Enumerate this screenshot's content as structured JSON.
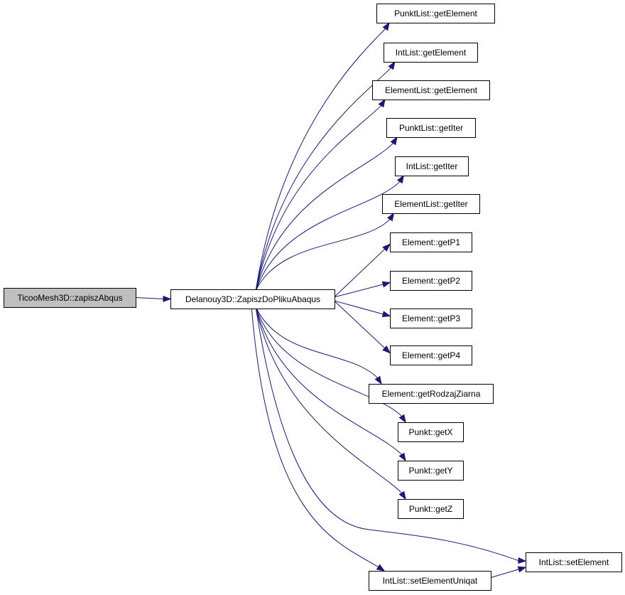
{
  "graph": {
    "colors": {
      "edge": "#191970",
      "root_fill": "#bfbfbf",
      "node_fill": "#ffffff",
      "border": "#000000"
    },
    "nodes": [
      {
        "id": "root",
        "label": "TicooMesh3D::zapiszAbqus",
        "root": true
      },
      {
        "id": "main",
        "label": "Delanouy3D::ZapiszDoPlikuAbaqus"
      },
      {
        "id": "n1",
        "label": "PunktList::getElement"
      },
      {
        "id": "n2",
        "label": "IntList::getElement"
      },
      {
        "id": "n3",
        "label": "ElementList::getElement"
      },
      {
        "id": "n4",
        "label": "PunktList::getIter"
      },
      {
        "id": "n5",
        "label": "IntList::getIter"
      },
      {
        "id": "n6",
        "label": "ElementList::getIter"
      },
      {
        "id": "n7",
        "label": "Element::getP1"
      },
      {
        "id": "n8",
        "label": "Element::getP2"
      },
      {
        "id": "n9",
        "label": "Element::getP3"
      },
      {
        "id": "n10",
        "label": "Element::getP4"
      },
      {
        "id": "n11",
        "label": "Element::getRodzajZiarna"
      },
      {
        "id": "n12",
        "label": "Punkt::getX"
      },
      {
        "id": "n13",
        "label": "Punkt::getY"
      },
      {
        "id": "n14",
        "label": "Punkt::getZ"
      },
      {
        "id": "n15",
        "label": "IntList::setElement"
      },
      {
        "id": "n16",
        "label": "IntList::setElementUniqat"
      }
    ],
    "edges": [
      [
        "root",
        "main"
      ],
      [
        "main",
        "n1"
      ],
      [
        "main",
        "n2"
      ],
      [
        "main",
        "n3"
      ],
      [
        "main",
        "n4"
      ],
      [
        "main",
        "n5"
      ],
      [
        "main",
        "n6"
      ],
      [
        "main",
        "n7"
      ],
      [
        "main",
        "n8"
      ],
      [
        "main",
        "n9"
      ],
      [
        "main",
        "n10"
      ],
      [
        "main",
        "n11"
      ],
      [
        "main",
        "n12"
      ],
      [
        "main",
        "n13"
      ],
      [
        "main",
        "n14"
      ],
      [
        "main",
        "n15"
      ],
      [
        "main",
        "n16"
      ],
      [
        "n16",
        "n15"
      ]
    ]
  }
}
